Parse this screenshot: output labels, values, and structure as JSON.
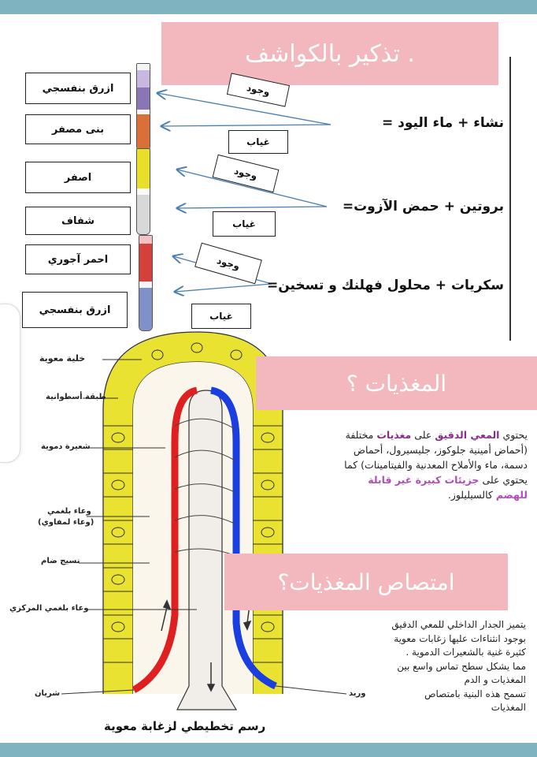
{
  "header_banner": "تذكير بالكواشف .",
  "tests": [
    {
      "equation": "نشاء +  ماء اليود =",
      "presence_label": "وجود",
      "absence_label": "غياب",
      "presence_result": "ازرق بنفسجي",
      "absence_result": "بنى مصفر",
      "presence_color": "#8a75b5",
      "absence_color": "#d9703a"
    },
    {
      "equation": "بروتين + حمض الآزوت=",
      "presence_label": "وجود",
      "absence_label": "غياب",
      "presence_result": "اصفر",
      "absence_result": "شفاف",
      "presence_color": "#e8df2a",
      "absence_color": "#e6e6e6"
    },
    {
      "equation": "سكريات + محلول فهلنك و تسخين=",
      "presence_label": "وجود",
      "absence_label": "غياب",
      "presence_result": "احمر آجوري",
      "absence_result": "ازرق بنفسجي",
      "presence_color": "#d6403b",
      "absence_color": "#8090c8"
    }
  ],
  "nutrients_banner": "المغذيات ؟",
  "nutrients_text": {
    "pre": "يحتوي",
    "organ": "المعي الدقيق",
    "mid": "على",
    "keyword": "مغذيات",
    "body": "مختلفة (أحماض أمينية جلوكوز، جليسيرول، أحماض دسمة، ماء والأملاح المعدنية والفيتامينات) كما يحتوي على",
    "highlight": "جزيئات كبيرة غير قابلة للهضم",
    "tail": "كالسيليلوز."
  },
  "absorption_banner": "امتصاص المغذيات؟",
  "absorption_text": [
    "يتميز الجدار الداخلي للمعي الدقيق",
    "بوجود انثناءات عليها زغابات معوية",
    "كثيرة غنية بالشعيرات الدموية .",
    "مما يشكل سطح تماس واسع بين",
    "المغذيات و الدم",
    "تسمح هذه البنية بامتصاص",
    "المغذيات"
  ],
  "diagram": {
    "caption": "رسم تخطيطي لزغابة معوية",
    "labels": {
      "cell": "خلية معوية",
      "epithelium": "طبقة أسطوانية",
      "capillary": "شعيرة دموية",
      "lymph": "وعاء بلغمي",
      "lymph_sub": "(وعاء لمفاوي)",
      "tissue": "نسيج ضام",
      "central_lymph": "وعاء بلغمي المركزي",
      "artery": "شريان",
      "vein": "وريد"
    }
  }
}
